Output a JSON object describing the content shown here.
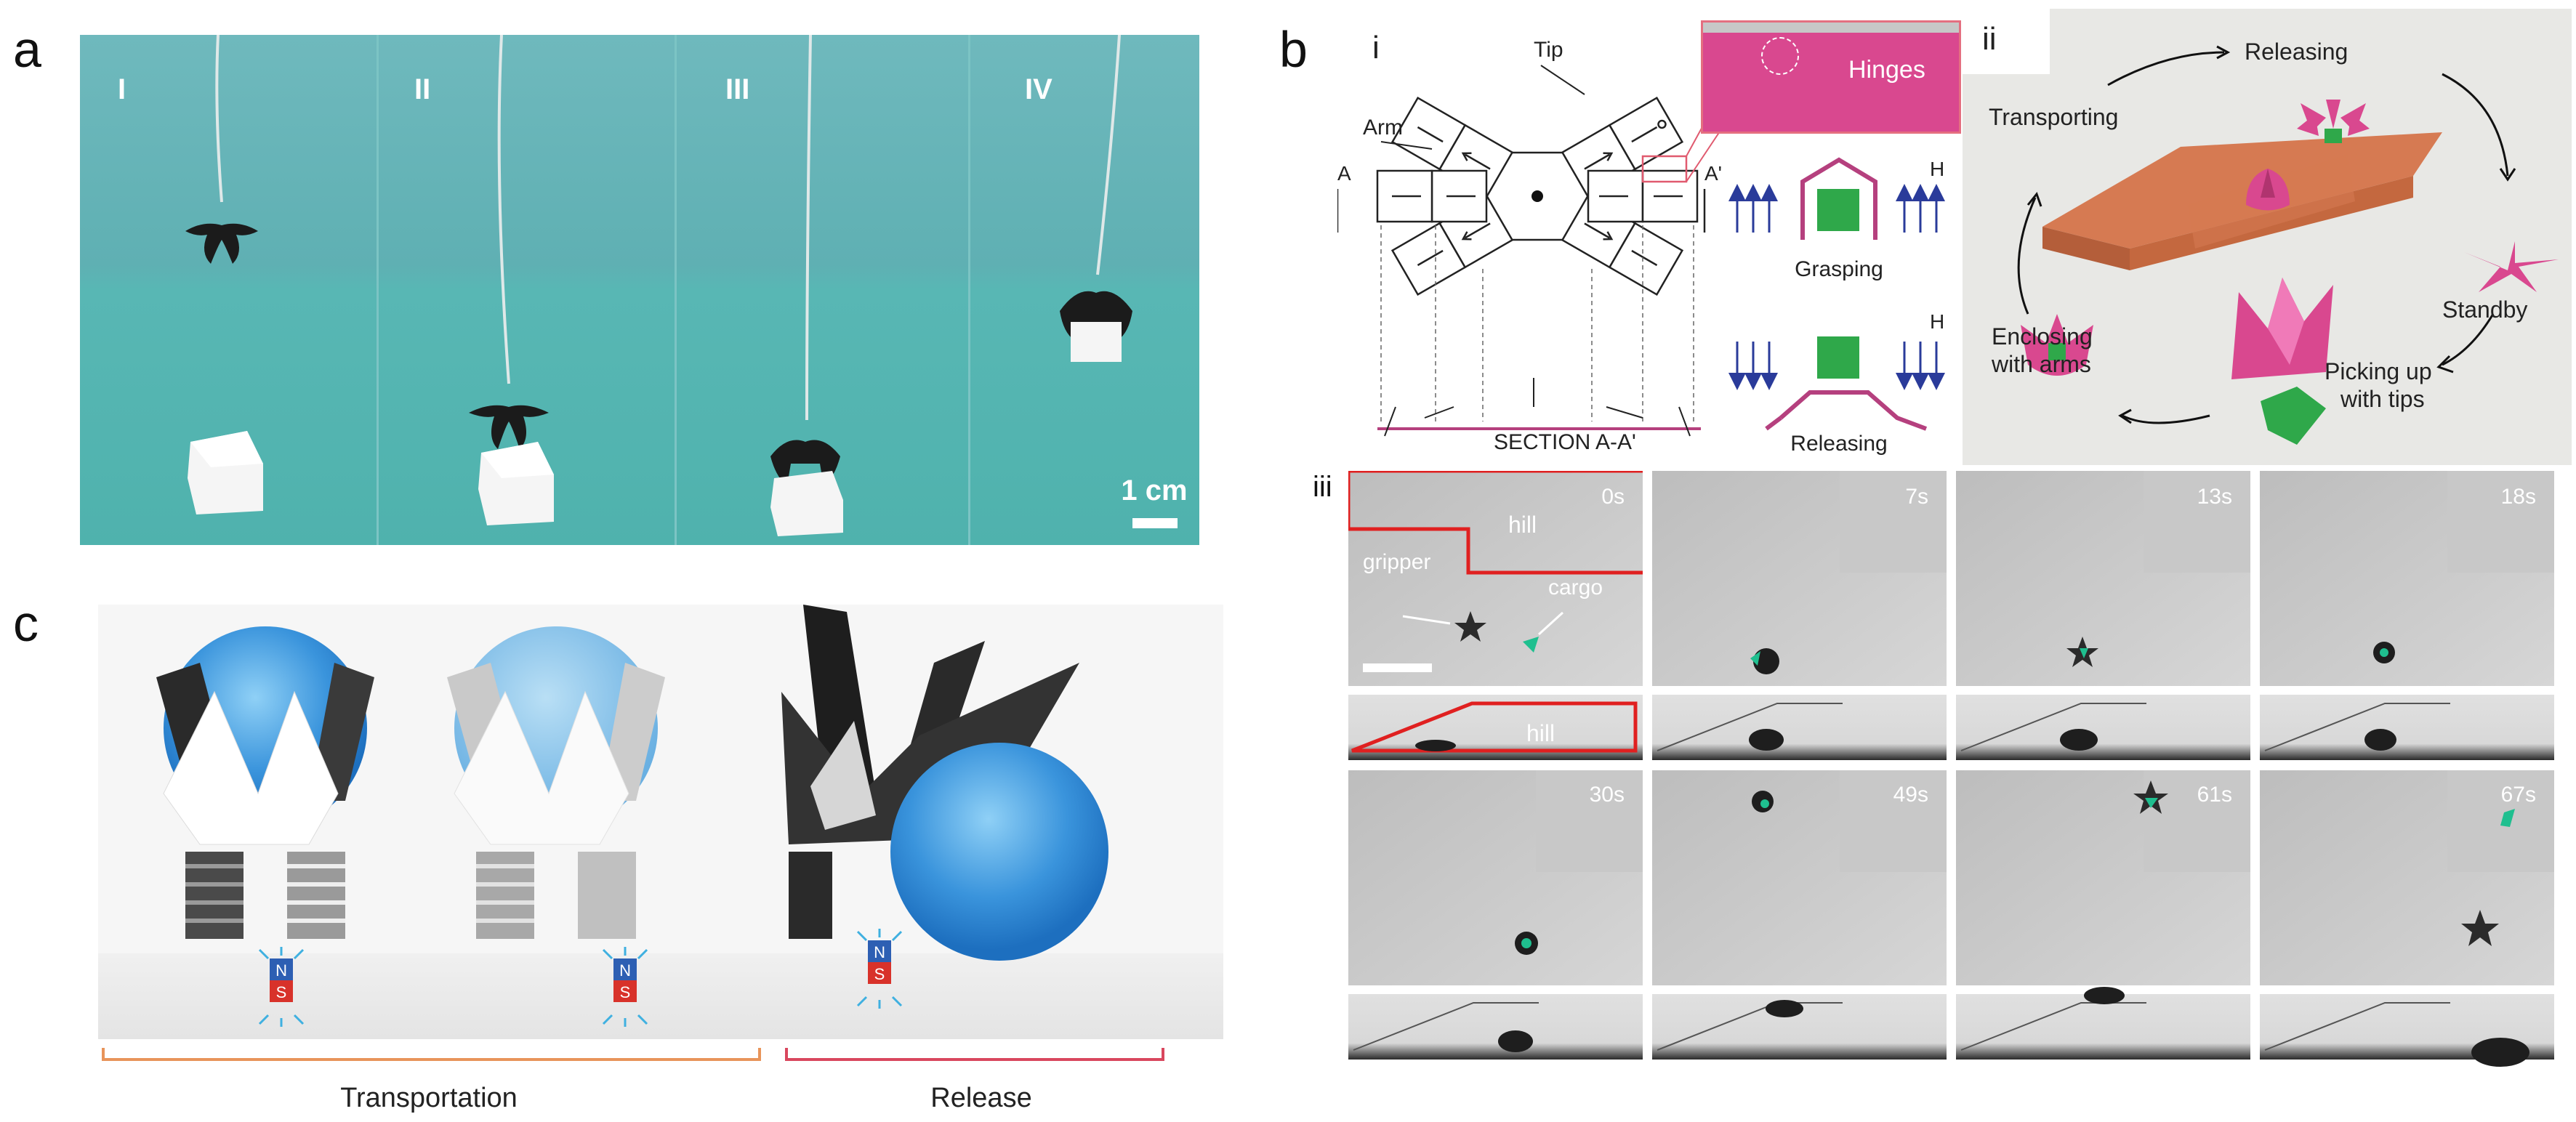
{
  "panel_labels": {
    "a": "a",
    "b": "b",
    "c": "c"
  },
  "panel_a": {
    "frames": [
      "I",
      "II",
      "III",
      "IV"
    ],
    "scale_bar": "1 cm"
  },
  "panel_b_i": {
    "sub_label": "i",
    "tip": "Tip",
    "arm": "Arm",
    "a_left": "A",
    "a_right": "A'",
    "hinges": "Hinges",
    "grasping": "Grasping",
    "releasing": "Releasing",
    "h_field": "H",
    "section": "SECTION A-A'"
  },
  "panel_b_ii": {
    "sub_label": "ii",
    "releasing": "Releasing",
    "transporting": "Transporting",
    "standby": "Standby",
    "enclosing_1": "Enclosing",
    "enclosing_2": "with arms",
    "picking_1": "Picking up",
    "picking_2": "with tips"
  },
  "panel_b_iii": {
    "sub_label": "iii",
    "times_row1": [
      "0s",
      "7s",
      "13s",
      "18s"
    ],
    "times_row2": [
      "30s",
      "49s",
      "61s",
      "67s"
    ],
    "hill": "hill",
    "hill_side": "hill",
    "gripper": "gripper",
    "cargo": "cargo"
  },
  "panel_c": {
    "magnet_n": "N",
    "magnet_s": "S",
    "transportation": "Transportation",
    "release": "Release"
  },
  "colors": {
    "teal_photo": "#5fb3b5",
    "pink_gripper": "#d9488f",
    "cargo_green": "#2fa84a",
    "hill_orange": "#d2734a",
    "blue_ball": "#2f86d6",
    "orange_bracket": "#e8945a",
    "red_bracket": "#d9475e"
  }
}
